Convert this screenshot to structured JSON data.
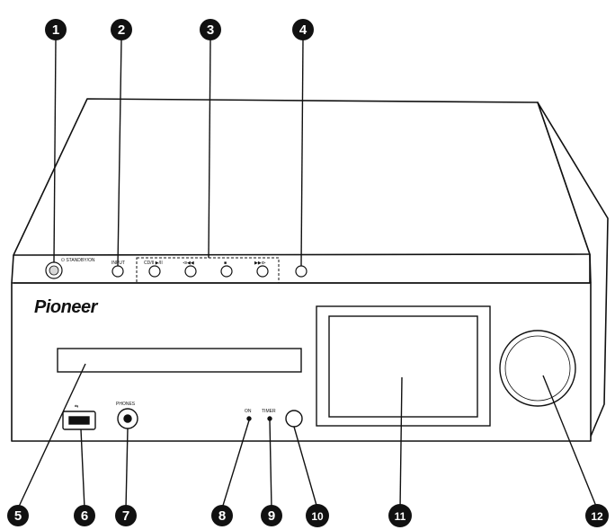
{
  "brand": {
    "logo_text": "Pioneer"
  },
  "labels": {
    "standby": "⏻ STANDBY/ON",
    "input": "INPUT",
    "btn_play_stop": "CD/II ▶/II",
    "btn_skip_back": "⧏◀◀",
    "btn_stop": "■",
    "btn_skip_fwd": "▶▶⧐",
    "usb": "⇆",
    "phones": "PHONES",
    "on": "ON",
    "timer": "TIMER"
  },
  "callouts": [
    "1",
    "2",
    "3",
    "4",
    "5",
    "6",
    "7",
    "8",
    "9",
    "10",
    "11",
    "12"
  ],
  "colors": {
    "line": "#111111",
    "callout_bg": "#111111",
    "callout_fg": "#ffffff"
  }
}
